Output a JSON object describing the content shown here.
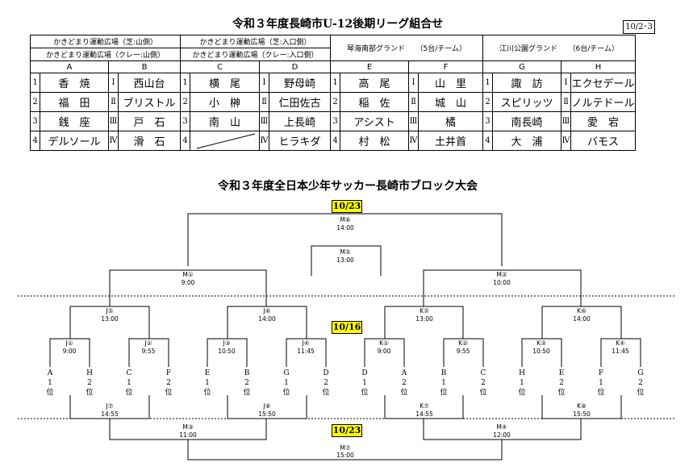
{
  "header": {
    "title": "令和３年度長崎市U-12後期リーグ組合せ",
    "date_box": "10/2･3"
  },
  "venues": {
    "ab_line1": "かきどまり運動広場（芝:山側）",
    "ab_line2": "かきどまり運動広場（クレー:山側）",
    "cd_line1": "かきどまり運動広場（芝:入口側）",
    "cd_line2": "かきどまり運動広場（クレー:入口側）",
    "ef": "琴海南部グランド　　（5台/チーム）",
    "gh": "江川公園グランド　　（6台/チーム）"
  },
  "groups": [
    "A",
    "B",
    "C",
    "D",
    "E",
    "F",
    "G",
    "H"
  ],
  "league_rows": [
    [
      "1",
      "香　焼",
      "Ⅰ",
      "西山台",
      "1",
      "横　尾",
      "Ⅰ",
      "野母崎",
      "1",
      "高　尾",
      "Ⅰ",
      "山　里",
      "1",
      "諏　訪",
      "Ⅰ",
      "エクセデール"
    ],
    [
      "2",
      "福　田",
      "Ⅱ",
      "ブリストル",
      "2",
      "小　榊",
      "Ⅱ",
      "仁田佐古",
      "2",
      "稲　佐",
      "Ⅱ",
      "城　山",
      "2",
      "スピリッツ",
      "Ⅱ",
      "ノルテドール"
    ],
    [
      "3",
      "銭　座",
      "Ⅲ",
      "戸　石",
      "3",
      "南　山",
      "Ⅲ",
      "上長崎",
      "3",
      "アシスト",
      "Ⅲ",
      "橘",
      "3",
      "南長崎",
      "Ⅲ",
      "愛　宕"
    ],
    [
      "4",
      "デルソール",
      "Ⅳ",
      "滑　石",
      "4",
      "",
      "Ⅳ",
      "ヒラキダ",
      "4",
      "村　松",
      "Ⅳ",
      "土井首",
      "4",
      "大　浦",
      "Ⅳ",
      "バモス"
    ]
  ],
  "bracket": {
    "title": "令和３年度全日本少年サッカー長崎市ブロック大会",
    "date_final": "10/23",
    "date_mid": "10/16",
    "date_bottom": "10/23",
    "matches": {
      "M6": [
        "M⑥",
        "14:00"
      ],
      "M5": [
        "M⑤",
        "13:00"
      ],
      "M1": [
        "M①",
        "9:00"
      ],
      "M2": [
        "M②",
        "10:00"
      ],
      "J5": [
        "J⑤",
        "13:00"
      ],
      "J6": [
        "J⑥",
        "14:00"
      ],
      "K5": [
        "K⑤",
        "13:00"
      ],
      "K6": [
        "K⑥",
        "14:00"
      ],
      "J1": [
        "J①",
        "9:00"
      ],
      "J2": [
        "J②",
        "9:55"
      ],
      "J3": [
        "J③",
        "10:50"
      ],
      "J4": [
        "J④",
        "11:45"
      ],
      "K1": [
        "K①",
        "9:00"
      ],
      "K2": [
        "K②",
        "9:55"
      ],
      "K3": [
        "K③",
        "10:50"
      ],
      "K4": [
        "K④",
        "11:45"
      ],
      "J7": [
        "J⑦",
        "14:55"
      ],
      "J8": [
        "J⑧",
        "15:50"
      ],
      "K7": [
        "K⑦",
        "14:55"
      ],
      "K8": [
        "K⑧",
        "15:50"
      ],
      "M3": [
        "M③",
        "11:00"
      ],
      "M4": [
        "M④",
        "12:00"
      ],
      "M7": [
        "M⑦",
        "15:00"
      ]
    },
    "seeds": [
      [
        "A",
        "1",
        "位"
      ],
      [
        "H",
        "2",
        "位"
      ],
      [
        "C",
        "1",
        "位"
      ],
      [
        "F",
        "2",
        "位"
      ],
      [
        "E",
        "1",
        "位"
      ],
      [
        "B",
        "2",
        "位"
      ],
      [
        "G",
        "1",
        "位"
      ],
      [
        "D",
        "2",
        "位"
      ],
      [
        "D",
        "1",
        "位"
      ],
      [
        "A",
        "2",
        "位"
      ],
      [
        "B",
        "1",
        "位"
      ],
      [
        "C",
        "2",
        "位"
      ],
      [
        "H",
        "1",
        "位"
      ],
      [
        "E",
        "2",
        "位"
      ],
      [
        "F",
        "1",
        "位"
      ],
      [
        "G",
        "2",
        "位"
      ]
    ]
  }
}
